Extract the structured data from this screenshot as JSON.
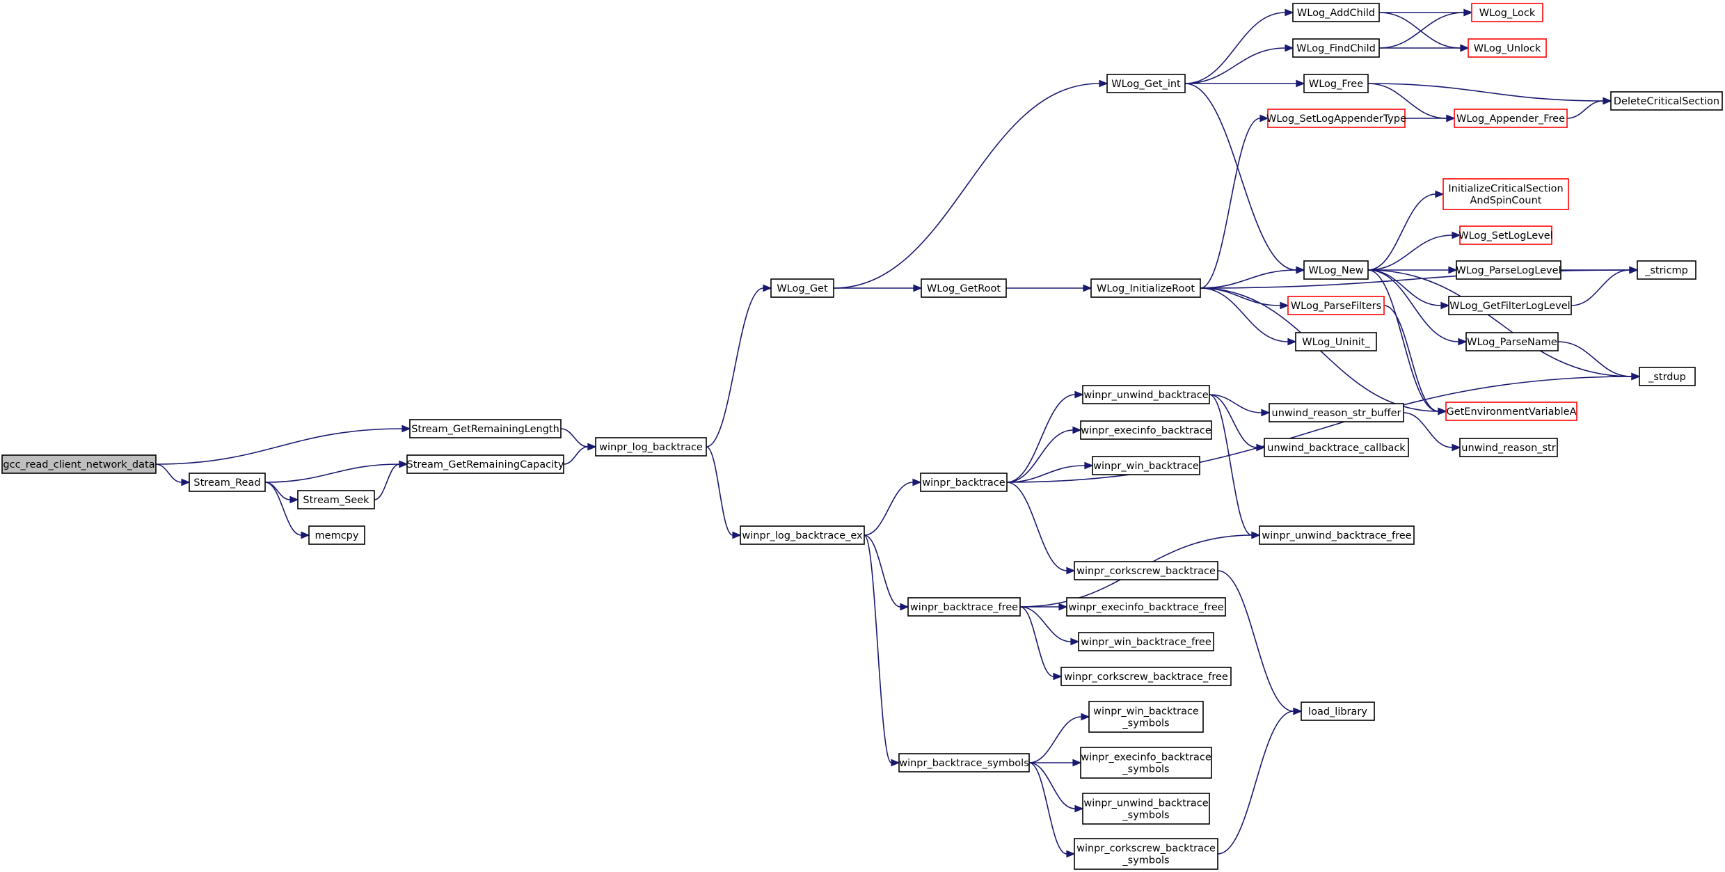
{
  "colors": {
    "edge": "#191970",
    "node_border": "#000000",
    "truncated_border": "#ff0000",
    "root_fill": "#bfbfbf"
  },
  "nodes": [
    {
      "id": "gcc_read_client_network_data",
      "lines": [
        "gcc_read_client_network_data"
      ],
      "root": true
    },
    {
      "id": "Stream_GetRemainingLength",
      "lines": [
        "Stream_GetRemainingLength"
      ]
    },
    {
      "id": "Stream_Read",
      "lines": [
        "Stream_Read"
      ]
    },
    {
      "id": "Stream_GetRemainingCapacity",
      "lines": [
        "Stream_GetRemainingCapacity"
      ]
    },
    {
      "id": "Stream_Seek",
      "lines": [
        "Stream_Seek"
      ]
    },
    {
      "id": "memcpy",
      "lines": [
        "memcpy"
      ]
    },
    {
      "id": "winpr_log_backtrace",
      "lines": [
        "winpr_log_backtrace"
      ]
    },
    {
      "id": "WLog_Get",
      "lines": [
        "WLog_Get"
      ]
    },
    {
      "id": "winpr_log_backtrace_ex",
      "lines": [
        "winpr_log_backtrace_ex"
      ]
    },
    {
      "id": "WLog_GetRoot",
      "lines": [
        "WLog_GetRoot"
      ]
    },
    {
      "id": "WLog_Get_int",
      "lines": [
        "WLog_Get_int"
      ]
    },
    {
      "id": "WLog_InitializeRoot",
      "lines": [
        "WLog_InitializeRoot"
      ]
    },
    {
      "id": "winpr_backtrace",
      "lines": [
        "winpr_backtrace"
      ]
    },
    {
      "id": "winpr_backtrace_free",
      "lines": [
        "winpr_backtrace_free"
      ]
    },
    {
      "id": "winpr_backtrace_symbols",
      "lines": [
        "winpr_backtrace_symbols"
      ]
    },
    {
      "id": "WLog_AddChild",
      "lines": [
        "WLog_AddChild"
      ]
    },
    {
      "id": "WLog_FindChild",
      "lines": [
        "WLog_FindChild"
      ]
    },
    {
      "id": "WLog_Free",
      "lines": [
        "WLog_Free"
      ]
    },
    {
      "id": "WLog_SetLogAppenderType",
      "lines": [
        "WLog_SetLogAppenderType"
      ],
      "truncated": true
    },
    {
      "id": "WLog_New",
      "lines": [
        "WLog_New"
      ]
    },
    {
      "id": "WLog_ParseFilters",
      "lines": [
        "WLog_ParseFilters"
      ],
      "truncated": true
    },
    {
      "id": "WLog_Uninit_",
      "lines": [
        "WLog_Uninit_"
      ]
    },
    {
      "id": "winpr_unwind_backtrace",
      "lines": [
        "winpr_unwind_backtrace"
      ]
    },
    {
      "id": "winpr_execinfo_backtrace",
      "lines": [
        "winpr_execinfo_backtrace"
      ]
    },
    {
      "id": "winpr_win_backtrace",
      "lines": [
        "winpr_win_backtrace"
      ]
    },
    {
      "id": "winpr_corkscrew_backtrace",
      "lines": [
        "winpr_corkscrew_backtrace"
      ]
    },
    {
      "id": "winpr_execinfo_backtrace_free",
      "lines": [
        "winpr_execinfo_backtrace_free"
      ]
    },
    {
      "id": "winpr_win_backtrace_free",
      "lines": [
        "winpr_win_backtrace_free"
      ]
    },
    {
      "id": "winpr_corkscrew_backtrace_free",
      "lines": [
        "winpr_corkscrew_backtrace_free"
      ]
    },
    {
      "id": "winpr_win_backtrace_symbols",
      "lines": [
        "winpr_win_backtrace",
        "_symbols"
      ]
    },
    {
      "id": "winpr_execinfo_backtrace_symbols",
      "lines": [
        "winpr_execinfo_backtrace",
        "_symbols"
      ]
    },
    {
      "id": "winpr_unwind_backtrace_symbols",
      "lines": [
        "winpr_unwind_backtrace",
        "_symbols"
      ]
    },
    {
      "id": "winpr_corkscrew_backtrace_symbols",
      "lines": [
        "winpr_corkscrew_backtrace",
        "_symbols"
      ]
    },
    {
      "id": "WLog_Lock",
      "lines": [
        "WLog_Lock"
      ],
      "truncated": true
    },
    {
      "id": "WLog_Unlock",
      "lines": [
        "WLog_Unlock"
      ],
      "truncated": true
    },
    {
      "id": "WLog_Appender_Free",
      "lines": [
        "WLog_Appender_Free"
      ],
      "truncated": true
    },
    {
      "id": "InitializeCriticalSectionAndSpinCount",
      "lines": [
        "InitializeCriticalSection",
        "AndSpinCount"
      ],
      "truncated": true
    },
    {
      "id": "WLog_SetLogLevel",
      "lines": [
        "WLog_SetLogLevel"
      ],
      "truncated": true
    },
    {
      "id": "WLog_ParseLogLevel",
      "lines": [
        "WLog_ParseLogLevel"
      ]
    },
    {
      "id": "WLog_GetFilterLogLevel",
      "lines": [
        "WLog_GetFilterLogLevel"
      ]
    },
    {
      "id": "WLog_ParseName",
      "lines": [
        "WLog_ParseName"
      ]
    },
    {
      "id": "unwind_reason_str_buffer",
      "lines": [
        "unwind_reason_str_buffer"
      ]
    },
    {
      "id": "unwind_backtrace_callback",
      "lines": [
        "unwind_backtrace_callback"
      ]
    },
    {
      "id": "winpr_unwind_backtrace_free",
      "lines": [
        "winpr_unwind_backtrace_free"
      ]
    },
    {
      "id": "load_library",
      "lines": [
        "load_library"
      ]
    },
    {
      "id": "DeleteCriticalSection",
      "lines": [
        "DeleteCriticalSection"
      ]
    },
    {
      "id": "_stricmp",
      "lines": [
        "_stricmp"
      ]
    },
    {
      "id": "_strdup",
      "lines": [
        "_strdup"
      ]
    },
    {
      "id": "GetEnvironmentVariableA",
      "lines": [
        "GetEnvironmentVariableA"
      ],
      "truncated": true
    },
    {
      "id": "unwind_reason_str",
      "lines": [
        "unwind_reason_str"
      ]
    }
  ],
  "edges": [
    [
      "gcc_read_client_network_data",
      "Stream_GetRemainingLength"
    ],
    [
      "gcc_read_client_network_data",
      "Stream_Read"
    ],
    [
      "Stream_GetRemainingLength",
      "winpr_log_backtrace"
    ],
    [
      "Stream_Read",
      "Stream_GetRemainingCapacity"
    ],
    [
      "Stream_Read",
      "Stream_Seek"
    ],
    [
      "Stream_Read",
      "memcpy"
    ],
    [
      "Stream_Seek",
      "Stream_GetRemainingCapacity"
    ],
    [
      "Stream_GetRemainingCapacity",
      "winpr_log_backtrace"
    ],
    [
      "winpr_log_backtrace",
      "WLog_Get"
    ],
    [
      "winpr_log_backtrace",
      "winpr_log_backtrace_ex"
    ],
    [
      "WLog_Get",
      "WLog_Get_int"
    ],
    [
      "WLog_Get",
      "WLog_GetRoot"
    ],
    [
      "WLog_GetRoot",
      "WLog_InitializeRoot"
    ],
    [
      "WLog_Get_int",
      "WLog_AddChild"
    ],
    [
      "WLog_Get_int",
      "WLog_FindChild"
    ],
    [
      "WLog_Get_int",
      "WLog_Free"
    ],
    [
      "WLog_Get_int",
      "WLog_New"
    ],
    [
      "WLog_AddChild",
      "WLog_Lock"
    ],
    [
      "WLog_AddChild",
      "WLog_Unlock"
    ],
    [
      "WLog_FindChild",
      "WLog_Lock"
    ],
    [
      "WLog_FindChild",
      "WLog_Unlock"
    ],
    [
      "WLog_Free",
      "DeleteCriticalSection"
    ],
    [
      "WLog_Free",
      "WLog_Appender_Free"
    ],
    [
      "WLog_SetLogAppenderType",
      "WLog_Appender_Free"
    ],
    [
      "WLog_Appender_Free",
      "DeleteCriticalSection"
    ],
    [
      "WLog_InitializeRoot",
      "WLog_SetLogAppenderType"
    ],
    [
      "WLog_InitializeRoot",
      "_stricmp"
    ],
    [
      "WLog_InitializeRoot",
      "WLog_New"
    ],
    [
      "WLog_InitializeRoot",
      "WLog_ParseFilters"
    ],
    [
      "WLog_InitializeRoot",
      "WLog_Uninit_"
    ],
    [
      "WLog_InitializeRoot",
      "GetEnvironmentVariableA"
    ],
    [
      "WLog_New",
      "InitializeCriticalSectionAndSpinCount"
    ],
    [
      "WLog_New",
      "WLog_SetLogLevel"
    ],
    [
      "WLog_New",
      "WLog_ParseLogLevel"
    ],
    [
      "WLog_New",
      "WLog_GetFilterLogLevel"
    ],
    [
      "WLog_New",
      "WLog_ParseName"
    ],
    [
      "WLog_New",
      "_strdup"
    ],
    [
      "WLog_New",
      "GetEnvironmentVariableA"
    ],
    [
      "WLog_ParseLogLevel",
      "_stricmp"
    ],
    [
      "WLog_GetFilterLogLevel",
      "_stricmp"
    ],
    [
      "WLog_ParseName",
      "_strdup"
    ],
    [
      "WLog_ParseFilters",
      "GetEnvironmentVariableA"
    ],
    [
      "winpr_log_backtrace_ex",
      "winpr_backtrace"
    ],
    [
      "winpr_log_backtrace_ex",
      "winpr_backtrace_free"
    ],
    [
      "winpr_log_backtrace_ex",
      "winpr_backtrace_symbols"
    ],
    [
      "winpr_backtrace",
      "winpr_unwind_backtrace"
    ],
    [
      "winpr_backtrace",
      "winpr_execinfo_backtrace"
    ],
    [
      "winpr_backtrace",
      "winpr_win_backtrace"
    ],
    [
      "winpr_backtrace",
      "winpr_corkscrew_backtrace"
    ],
    [
      "winpr_backtrace",
      "_strdup"
    ],
    [
      "winpr_unwind_backtrace",
      "unwind_reason_str_buffer"
    ],
    [
      "winpr_unwind_backtrace",
      "unwind_backtrace_callback"
    ],
    [
      "winpr_unwind_backtrace",
      "winpr_unwind_backtrace_free"
    ],
    [
      "unwind_reason_str_buffer",
      "unwind_reason_str"
    ],
    [
      "winpr_corkscrew_backtrace",
      "load_library"
    ],
    [
      "winpr_backtrace_free",
      "winpr_unwind_backtrace_free"
    ],
    [
      "winpr_backtrace_free",
      "winpr_execinfo_backtrace_free"
    ],
    [
      "winpr_backtrace_free",
      "winpr_win_backtrace_free"
    ],
    [
      "winpr_backtrace_free",
      "winpr_corkscrew_backtrace_free"
    ],
    [
      "winpr_backtrace_symbols",
      "winpr_win_backtrace_symbols"
    ],
    [
      "winpr_backtrace_symbols",
      "winpr_execinfo_backtrace_symbols"
    ],
    [
      "winpr_backtrace_symbols",
      "winpr_unwind_backtrace_symbols"
    ],
    [
      "winpr_backtrace_symbols",
      "winpr_corkscrew_backtrace_symbols"
    ],
    [
      "winpr_corkscrew_backtrace_symbols",
      "load_library"
    ]
  ]
}
